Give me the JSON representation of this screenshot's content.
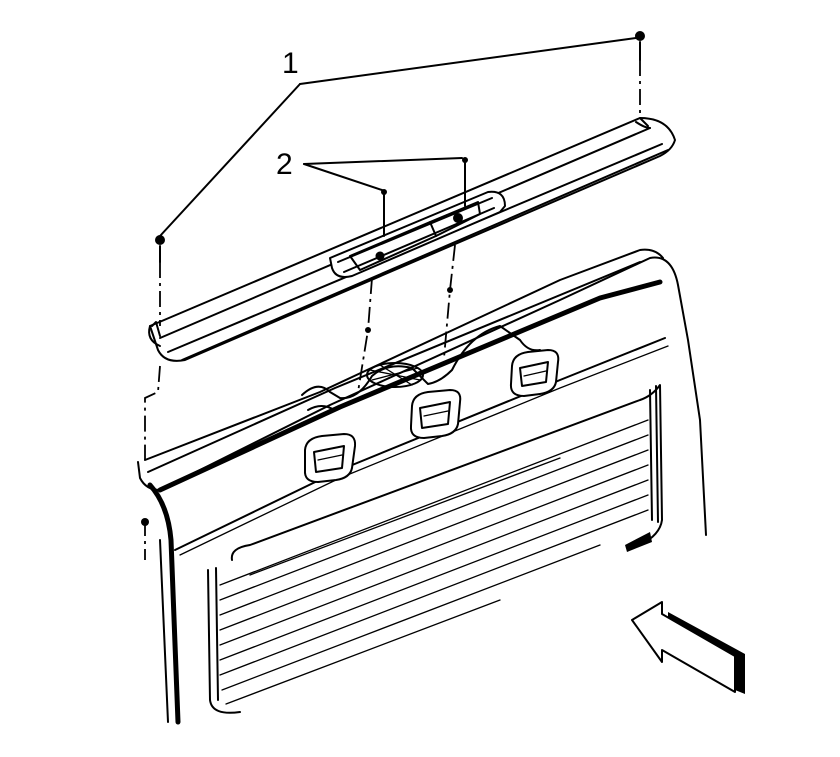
{
  "callouts": [
    {
      "id": "1",
      "label": "1"
    },
    {
      "id": "2",
      "label": "2"
    }
  ],
  "colors": {
    "line": "#000000",
    "background": "#ffffff"
  },
  "icons": [
    "fastener-pin-icon",
    "view-direction-arrow-icon"
  ]
}
